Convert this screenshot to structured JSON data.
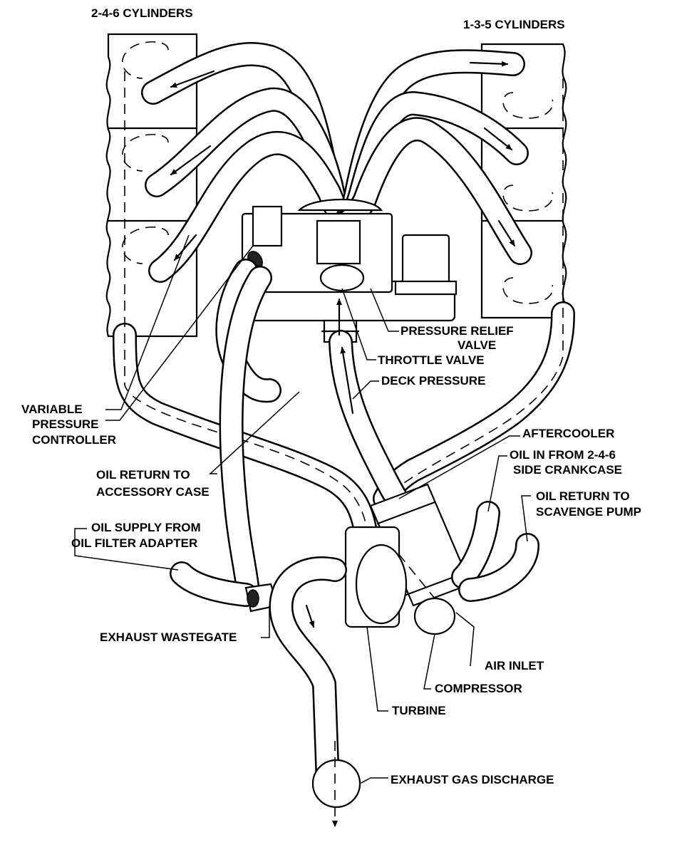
{
  "diagram": {
    "labels": {
      "cyl_246": "2-4-6 CYLINDERS",
      "cyl_135": "1-3-5 CYLINDERS",
      "pressure_relief_1": "PRESSURE RELIEF",
      "pressure_relief_2": "VALVE",
      "throttle_valve": "THROTTLE VALVE",
      "deck_pressure": "DECK PRESSURE",
      "variable_1": "VARIABLE",
      "variable_2": "PRESSURE",
      "variable_3": "CONTROLLER",
      "aftercooler": "AFTERCOOLER",
      "oil_in_1": "OIL IN FROM 2-4-6",
      "oil_in_2": "SIDE CRANKCASE",
      "oil_return_acc_1": "OIL RETURN TO",
      "oil_return_acc_2": "ACCESSORY CASE",
      "oil_return_scav_1": "OIL RETURN TO",
      "oil_return_scav_2": "SCAVENGE PUMP",
      "oil_supply_1": "OIL SUPPLY FROM",
      "oil_supply_2": "OIL FILTER ADAPTER",
      "exhaust_wastegate": "EXHAUST WASTEGATE",
      "air_inlet": "AIR INLET",
      "compressor": "COMPRESSOR",
      "turbine": "TURBINE",
      "exhaust_discharge": "EXHAUST GAS DISCHARGE"
    }
  }
}
